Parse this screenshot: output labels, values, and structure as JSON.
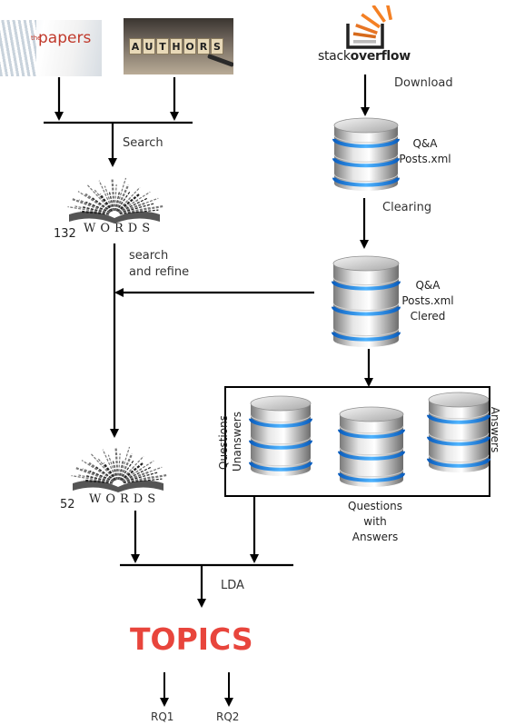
{
  "sources": {
    "papers": {
      "the": "the",
      "word": "papers"
    },
    "authors": {
      "tiles": [
        "A",
        "U",
        "T",
        "H",
        "O",
        "R",
        "S"
      ]
    },
    "stackoverflow": {
      "light": "stack",
      "bold": "overflow"
    }
  },
  "steps": {
    "download": "Download",
    "clearing": "Clearing",
    "search": "Search",
    "search_refine": [
      "search",
      "and refine"
    ],
    "lda": "LDA"
  },
  "databases": {
    "qa_posts": [
      "Q&A",
      "Posts.xml"
    ],
    "qa_cleared": [
      "Q&A",
      "Posts.xml",
      "Clered"
    ],
    "unanswered": [
      "Questions",
      "Unanswers"
    ],
    "answers": "Answers",
    "questions_with_answers": [
      "Questions",
      "with",
      "Answers"
    ]
  },
  "words_sets": [
    {
      "count": "132",
      "label": "WORDS"
    },
    {
      "count": "52",
      "label": "WORDS"
    }
  ],
  "result": {
    "title": "TOPICS",
    "rq": [
      "RQ1",
      "RQ2"
    ]
  },
  "colors": {
    "accent": "#e8453c",
    "db_ring": "#1e8fff",
    "so_orange": "#f48024"
  }
}
